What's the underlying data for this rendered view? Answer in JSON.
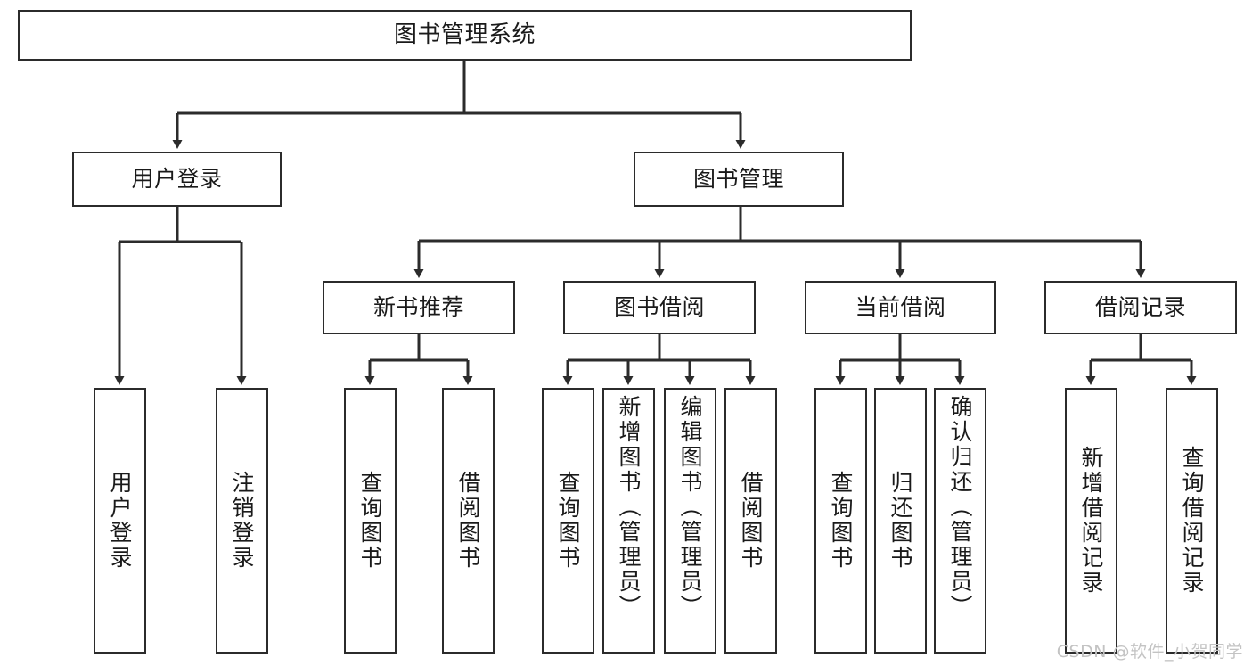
{
  "diagram": {
    "title_text": "图书管理系统",
    "watermark": "CSDN @软件_小贺同学",
    "colors": {
      "box_border": "#2b2b2b",
      "box_fill": "#ffffff",
      "line": "#2b2b2b",
      "text": "#1a1a1a",
      "watermark": "#c3c3c3",
      "background": "#ffffff"
    },
    "root": {
      "label": "图书管理系统"
    },
    "level2": [
      {
        "label": "用户登录"
      },
      {
        "label": "图书管理"
      }
    ],
    "level3": [
      {
        "label": "新书推荐"
      },
      {
        "label": "图书借阅"
      },
      {
        "label": "当前借阅"
      },
      {
        "label": "借阅记录"
      }
    ],
    "leaves": {
      "user_login": [
        {
          "label": "用户登录"
        },
        {
          "label": "注销登录"
        }
      ],
      "new_book": [
        {
          "label": "查询图书"
        },
        {
          "label": "借阅图书"
        }
      ],
      "book_borrow": [
        {
          "label": "查询图书"
        },
        {
          "label": "新增图书（管理员）"
        },
        {
          "label": "编辑图书（管理员）"
        },
        {
          "label": "借阅图书"
        }
      ],
      "current_borrow": [
        {
          "label": "查询图书"
        },
        {
          "label": "归还图书"
        },
        {
          "label": "确认归还（管理员）"
        }
      ],
      "borrow_record": [
        {
          "label": "新增借阅记录"
        },
        {
          "label": "查询借阅记录"
        }
      ]
    }
  }
}
